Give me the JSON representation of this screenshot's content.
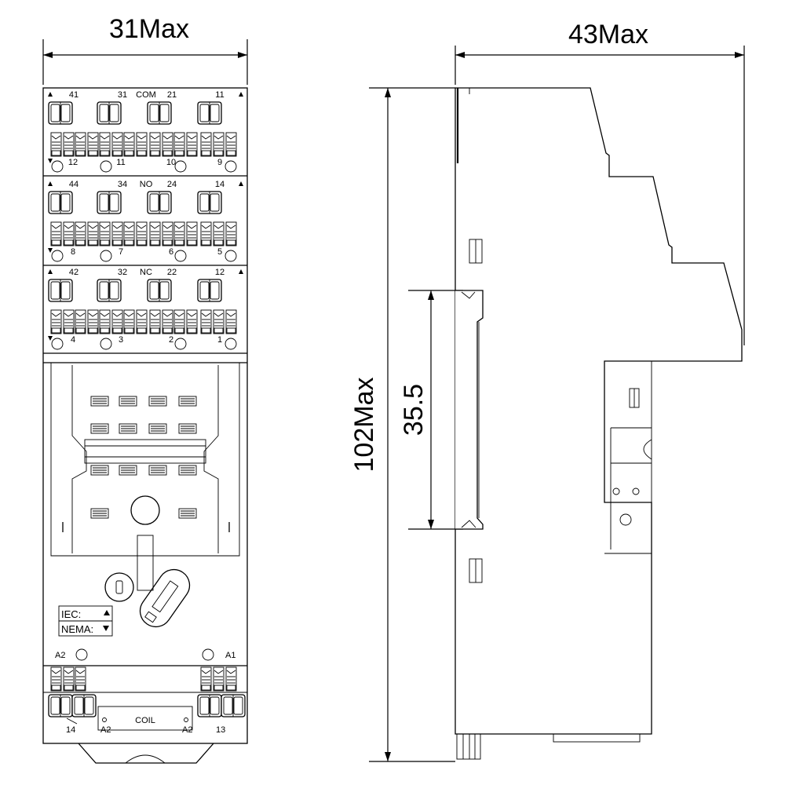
{
  "dimensions": {
    "width": "31Max",
    "depth": "43Max",
    "height": "102Max",
    "rail": "35.5"
  },
  "rows": [
    {
      "top": [
        "41",
        "31",
        "COM",
        "21",
        "11"
      ],
      "bottom": [
        "12",
        "11",
        "10",
        "9"
      ]
    },
    {
      "top": [
        "44",
        "34",
        "NO",
        "24",
        "14"
      ],
      "bottom": [
        "8",
        "7",
        "6",
        "5"
      ]
    },
    {
      "top": [
        "42",
        "32",
        "NC",
        "22",
        "12"
      ],
      "bottom": [
        "4",
        "3",
        "2",
        "1"
      ]
    }
  ],
  "labels": {
    "iec": "IEC:",
    "nema": "NEMA:",
    "a2": "A2",
    "a1": "A1",
    "coil": "COIL",
    "coil_a2_left": "A2",
    "coil_a2_right": "A2",
    "term_14": "14",
    "term_13": "13"
  }
}
